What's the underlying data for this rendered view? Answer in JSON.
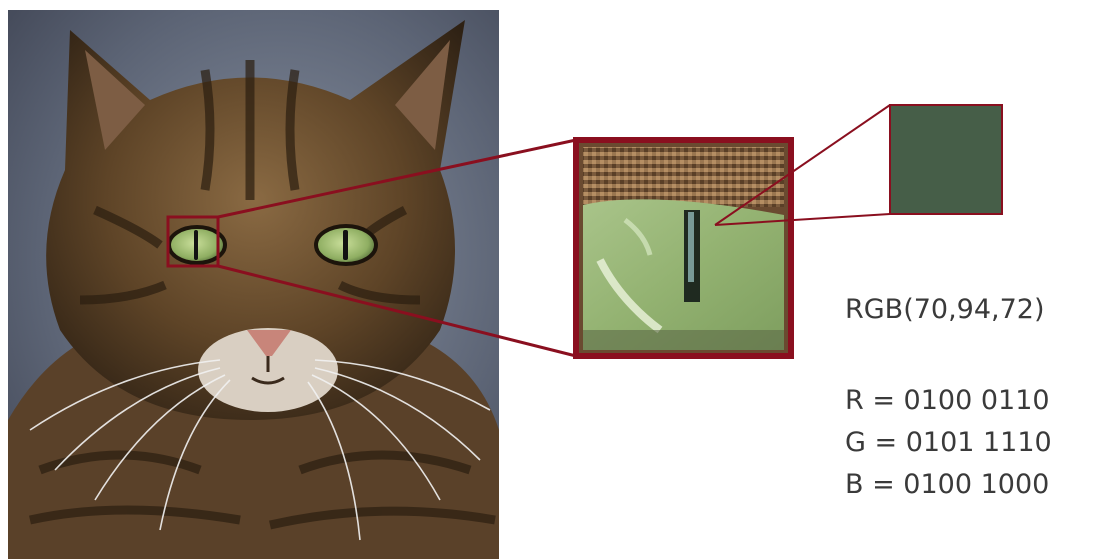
{
  "colors": {
    "frame": "#8a0f1f",
    "swatch": "#465e48"
  },
  "pixel": {
    "rgb_text": "RGB(70,94,72)",
    "r_text": "R = 0100 0110",
    "g_text": "G = 0101 1110",
    "b_text": "B = 0100 1000"
  }
}
